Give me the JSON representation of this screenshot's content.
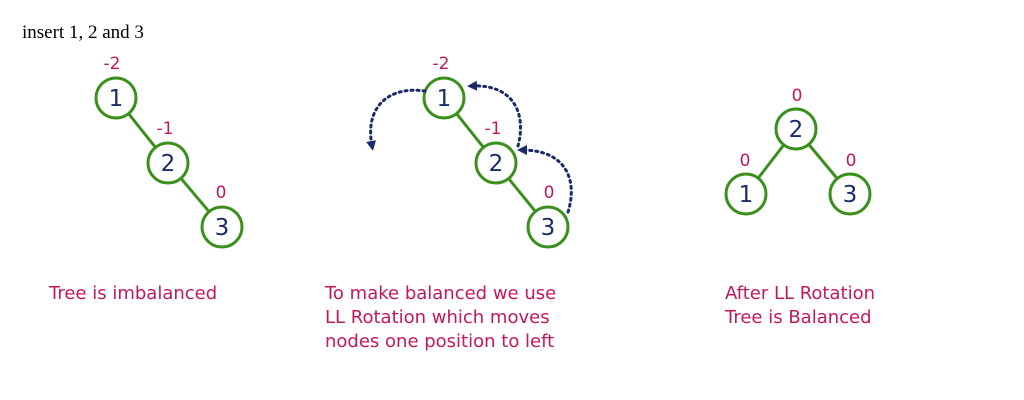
{
  "heading": "insert 1, 2 and 3",
  "colors": {
    "edge": "#3a8f1d",
    "node_border": "#3a8f1d",
    "node_text": "#1b2a6b",
    "balance_text": "#c2185b",
    "caption_text": "#c2185b",
    "arrow": "#1b2a6b"
  },
  "diagrams": [
    {
      "id": "imbalanced",
      "nodes": [
        {
          "label": "1",
          "balance": "-2"
        },
        {
          "label": "2",
          "balance": "-1"
        },
        {
          "label": "3",
          "balance": "0"
        }
      ],
      "caption_lines": [
        "Tree is imbalanced"
      ]
    },
    {
      "id": "rotating",
      "nodes": [
        {
          "label": "1",
          "balance": "-2"
        },
        {
          "label": "2",
          "balance": "-1"
        },
        {
          "label": "3",
          "balance": "0"
        }
      ],
      "caption_lines": [
        "To make balanced we use",
        "LL Rotation which moves",
        "nodes one position to left"
      ]
    },
    {
      "id": "balanced",
      "nodes": [
        {
          "label": "2",
          "balance": "0"
        },
        {
          "label": "1",
          "balance": "0"
        },
        {
          "label": "3",
          "balance": "0"
        }
      ],
      "caption_lines": [
        "After LL Rotation",
        "Tree is Balanced"
      ]
    }
  ]
}
